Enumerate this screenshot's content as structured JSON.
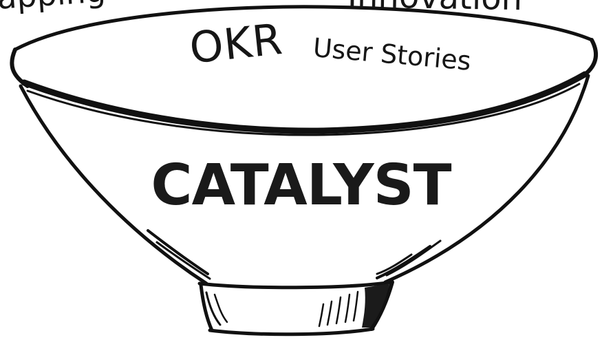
{
  "bowl": {
    "main_label": "CATALYST",
    "rim_items": [
      "OKR",
      "User Stories"
    ],
    "partial_top_left": "apping",
    "partial_top_right": "Innovation"
  },
  "colors": {
    "ink": "#161616",
    "background": "#ffffff"
  }
}
